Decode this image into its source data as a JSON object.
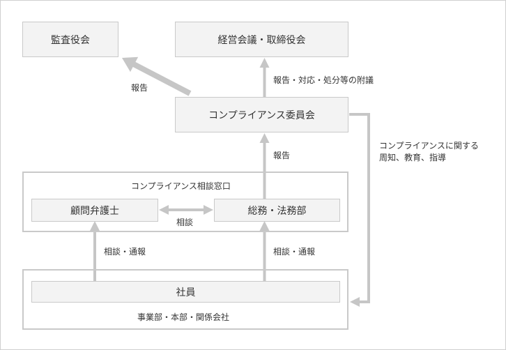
{
  "nodes": {
    "audit": "監査役会",
    "board": "経営会議・取締役会",
    "committee": "コンプライアンス委員会",
    "window_title": "コンプライアンス相談窓口",
    "lawyer": "顧問弁護士",
    "general_affairs": "総務・法務部",
    "employees": "社員",
    "employees_scope": "事業部・本部・関係会社"
  },
  "edges": {
    "committee_to_audit": "報告",
    "committee_to_board": "報告・対応・処分等の附議",
    "general_to_committee": "報告",
    "lawyer_general": "相談",
    "employees_to_lawyer": "相談・通報",
    "employees_to_general": "相談・通報",
    "committee_to_employees_line1": "コンプライアンスに関する",
    "committee_to_employees_line2": "周知、教育、指導"
  },
  "colors": {
    "box_fill": "#f3f3f3",
    "border": "#c9c9c9",
    "arrow": "#c6c6c6",
    "text": "#333333"
  }
}
